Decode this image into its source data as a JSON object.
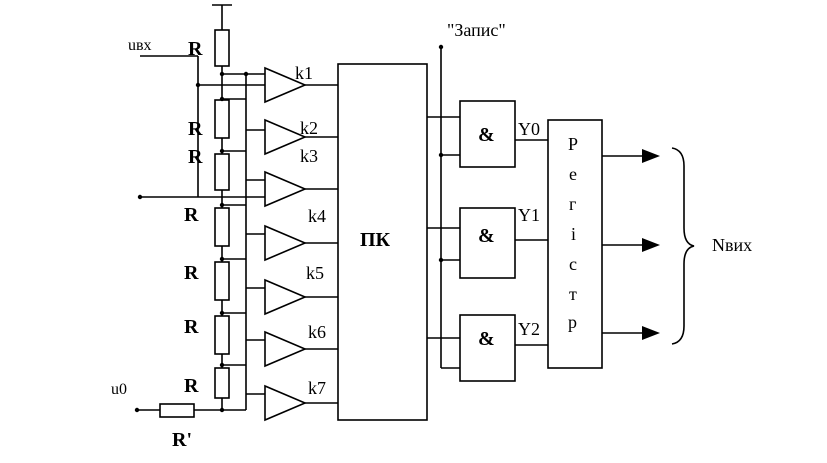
{
  "inputs": {
    "uin": "uвх",
    "u0": "u0"
  },
  "resistor_label": "R",
  "resistor_prime_label": "R'",
  "comparators": [
    "k1",
    "k2",
    "k3",
    "k4",
    "k5",
    "k6",
    "k7"
  ],
  "encoder_label": "ПК",
  "write_label": "\"Запис\"",
  "and_label": "&",
  "outputs_y": [
    "Y0",
    "Y1",
    "Y2"
  ],
  "register_letters": [
    "Р",
    "е",
    "г",
    "і",
    "с",
    "т",
    "р"
  ],
  "output_label": "Nвих"
}
